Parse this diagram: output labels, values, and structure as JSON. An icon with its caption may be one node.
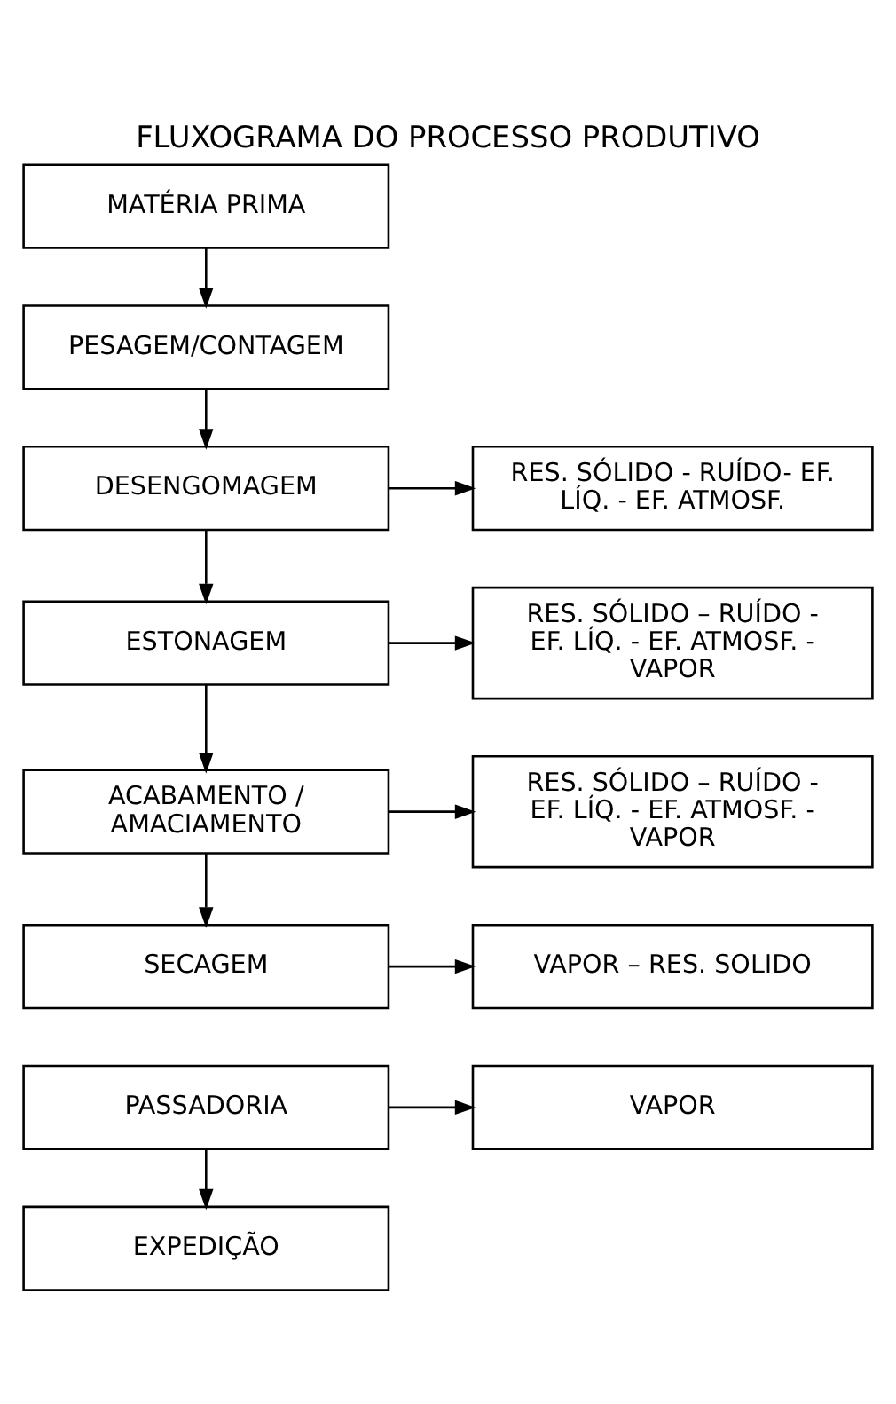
{
  "diagram": {
    "title": "FLUXOGRAMA DO PROCESSO PRODUTIVO",
    "nodes": [
      {
        "text": [
          "MATÉRIA PRIMA"
        ]
      },
      {
        "text": [
          "PESAGEM/CONTAGEM"
        ]
      },
      {
        "text": [
          "DESENGOMAGEM"
        ]
      },
      {
        "text": [
          "RES. SÓLIDO - RUÍDO- EF. LÍQ. - EF. ATMOSF."
        ]
      },
      {
        "text": [
          "ESTONAGEM"
        ]
      },
      {
        "text": [
          "RES. SÓLIDO – RUÍDO - EF. LÍQ. - EF. ATMOSF. - VAPOR"
        ]
      },
      {
        "text": [
          "ACABAMENTO / AMACIAMENTO"
        ]
      },
      {
        "text": [
          "RES. SÓLIDO – RUÍDO - EF. LÍQ. - EF. ATMOSF. - VAPOR"
        ]
      },
      {
        "text": [
          "SECAGEM"
        ]
      },
      {
        "text": [
          "VAPOR – RES. SOLIDO"
        ]
      },
      {
        "text": [
          "PASSADORIA"
        ]
      },
      {
        "text": [
          "VAPOR"
        ]
      },
      {
        "text": [
          "EXPEDIÇÃO"
        ]
      }
    ],
    "edges": [
      {
        "from": 0,
        "to": 1,
        "arrow": "to"
      },
      {
        "from": 1,
        "to": 2,
        "arrow": "to"
      },
      {
        "from": 2,
        "to": 3,
        "arrow": "to"
      },
      {
        "from": 2,
        "to": 4,
        "arrow": "to"
      },
      {
        "from": 4,
        "to": 5,
        "arrow": "to"
      },
      {
        "from": 4,
        "to": 6,
        "arrow": "to"
      },
      {
        "from": 6,
        "to": 7,
        "arrow": "to"
      },
      {
        "from": 6,
        "to": 8,
        "arrow": "to"
      },
      {
        "from": 8,
        "to": 9,
        "arrow": "to"
      },
      {
        "from": 10,
        "to": 11,
        "arrow": "to"
      },
      {
        "from": 10,
        "to": 12,
        "arrow": "to"
      }
    ]
  }
}
